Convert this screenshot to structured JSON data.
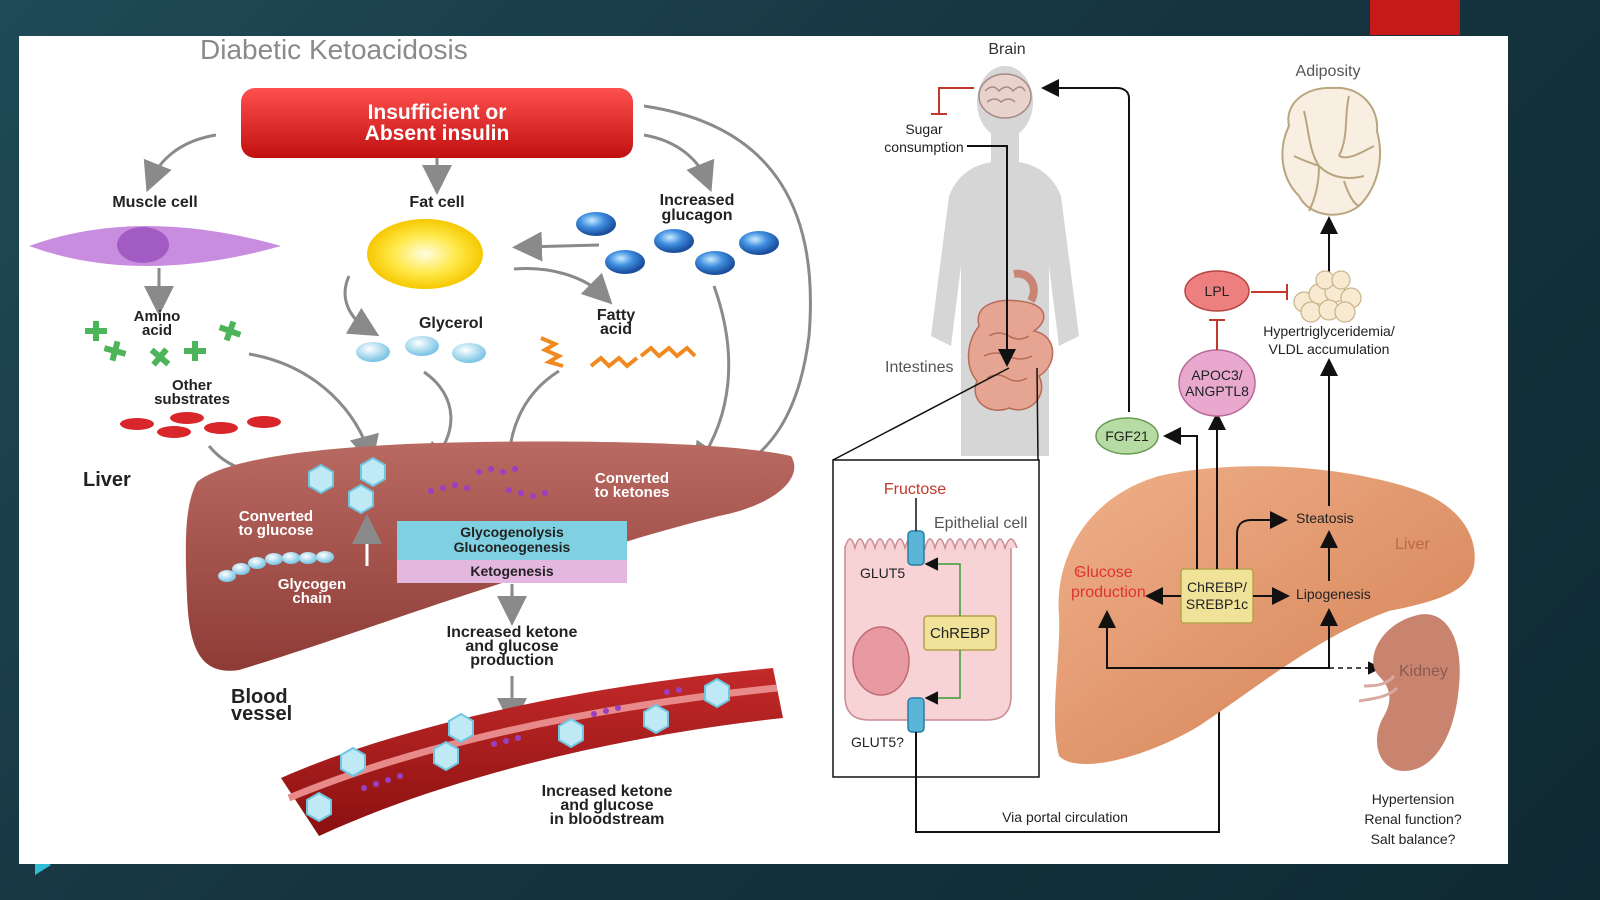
{
  "left": {
    "title": "Diabetic Ketoacidosis",
    "insulin_line1": "Insufficient or",
    "insulin_line2": "Absent insulin",
    "muscle_cell": "Muscle cell",
    "fat_cell": "Fat cell",
    "glucagon_line1": "Increased",
    "glucagon_line2": "glucagon",
    "amino_line1": "Amino",
    "amino_line2": "acid",
    "glycerol": "Glycerol",
    "fatty_line1": "Fatty",
    "fatty_line2": "acid",
    "other_line1": "Other",
    "other_line2": "substrates",
    "liver": "Liver",
    "converted_glucose_line1": "Converted",
    "converted_glucose_line2": "to glucose",
    "converted_ketones_line1": "Converted",
    "converted_ketones_line2": "to ketones",
    "glycogen_line1": "Glycogen",
    "glycogen_line2": "chain",
    "process_line1": "Glycogenolysis",
    "process_line2": "Gluconeogenesis",
    "process_line3": "Ketogenesis",
    "production_line1": "Increased ketone",
    "production_line2": "and glucose",
    "production_line3": "production",
    "blood_line1": "Blood",
    "blood_line2": "vessel",
    "bloodstream_line1": "Increased ketone",
    "bloodstream_line2": "and glucose",
    "bloodstream_line3": "in bloodstream"
  },
  "right": {
    "brain": "Brain",
    "sugar_line1": "Sugar",
    "sugar_line2": "consumption",
    "intestines": "Intestines",
    "adiposity": "Adiposity",
    "lpl": "LPL",
    "hypertg_line1": "Hypertriglyceridemia/",
    "hypertg_line2": "VLDL accumulation",
    "apoc3_line1": "APOC3/",
    "apoc3_line2": "ANGPTL8",
    "fgf21": "FGF21",
    "fructose": "Fructose",
    "epithelial": "Epithelial cell",
    "glut5": "GLUT5",
    "glut5q": "GLUT5?",
    "chrebp": "ChREBP",
    "chrebp_srebp_line1": "ChREBP/",
    "chrebp_srebp_line2": "SREBP1c",
    "steatosis": "Steatosis",
    "lipogenesis": "Lipogenesis",
    "glucose_line1": "Glucose",
    "glucose_line2": "production",
    "liver": "Liver",
    "kidney": "Kidney",
    "portal": "Via portal circulation",
    "kidney_line1": "Hypertension",
    "kidney_line2": "Renal function?",
    "kidney_line3": "Salt balance?"
  },
  "colors": {
    "insulin_red": "#e02a2a",
    "liver_brown": "#a8554e",
    "process_cyan": "#7fd0e0",
    "ketogenesis_pink": "#e3b7df",
    "glucose_red": "#e0342c",
    "liver_orange": "#e59a6e",
    "chrebp_yellow": "#f1e29a"
  }
}
